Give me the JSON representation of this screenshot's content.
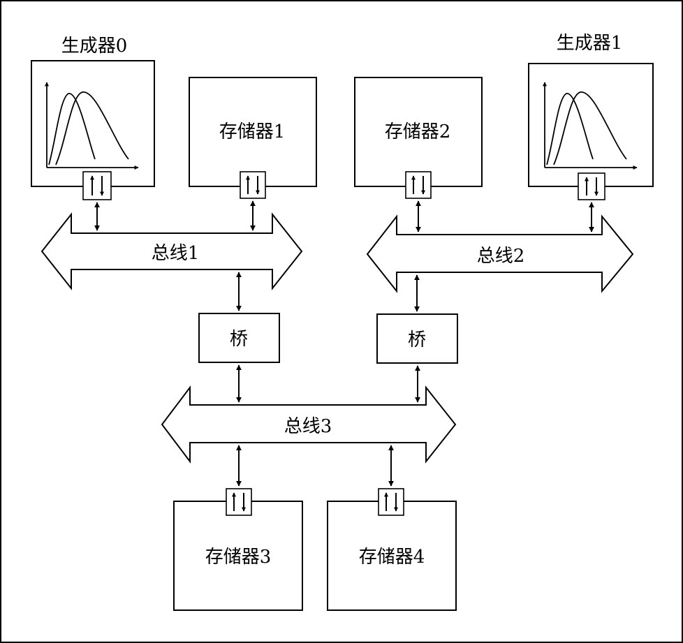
{
  "generators": [
    {
      "label": "生成器0"
    },
    {
      "label": "生成器1"
    }
  ],
  "memories": [
    {
      "label": "存储器1"
    },
    {
      "label": "存储器2"
    },
    {
      "label": "存储器3"
    },
    {
      "label": "存储器4"
    }
  ],
  "buses": [
    {
      "label": "总线1"
    },
    {
      "label": "总线2"
    },
    {
      "label": "总线3"
    }
  ],
  "bridges": [
    {
      "label": "桥"
    },
    {
      "label": "桥"
    }
  ]
}
